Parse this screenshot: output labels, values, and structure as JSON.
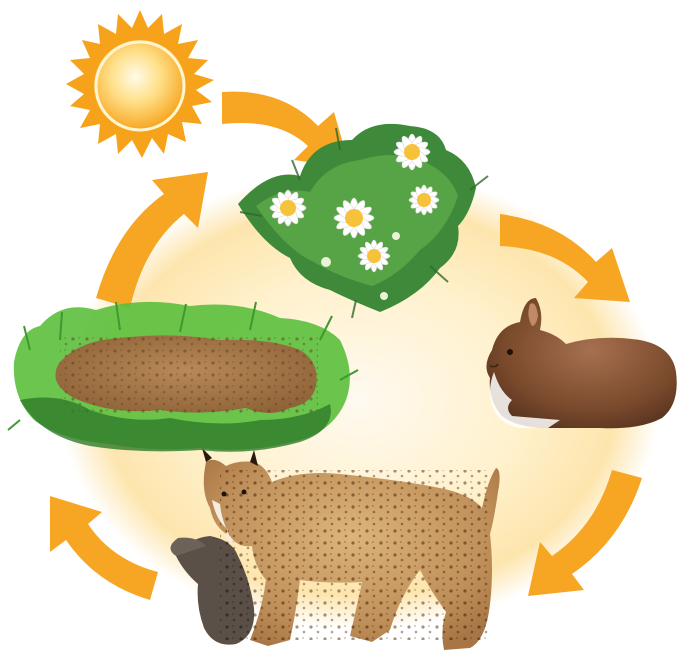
{
  "diagram": {
    "type": "cycle",
    "stages": [
      {
        "name": "sun",
        "icon": "sun-icon"
      },
      {
        "name": "flowering-plant",
        "icon": "flower-icon"
      },
      {
        "name": "rabbit",
        "icon": "rabbit-icon"
      },
      {
        "name": "bobcat-with-prey",
        "icon": "bobcat-icon"
      },
      {
        "name": "dead-bobcat-in-grass",
        "icon": "decomposer-icon"
      }
    ],
    "colors": {
      "arrow": "#f6a623",
      "glow_center": "#fff6dc",
      "glow_edge": "#fde3a6",
      "sun_core": "#ffe9a8",
      "sun_rays": "#f7a21b",
      "rabbit_fur": "#8a5a3a",
      "bobcat_fur": "#c99a62",
      "leaf": "#3f8a3a",
      "petal": "#ffffff",
      "flower_center": "#f6c23a",
      "grass": "#5bbf3c"
    }
  }
}
